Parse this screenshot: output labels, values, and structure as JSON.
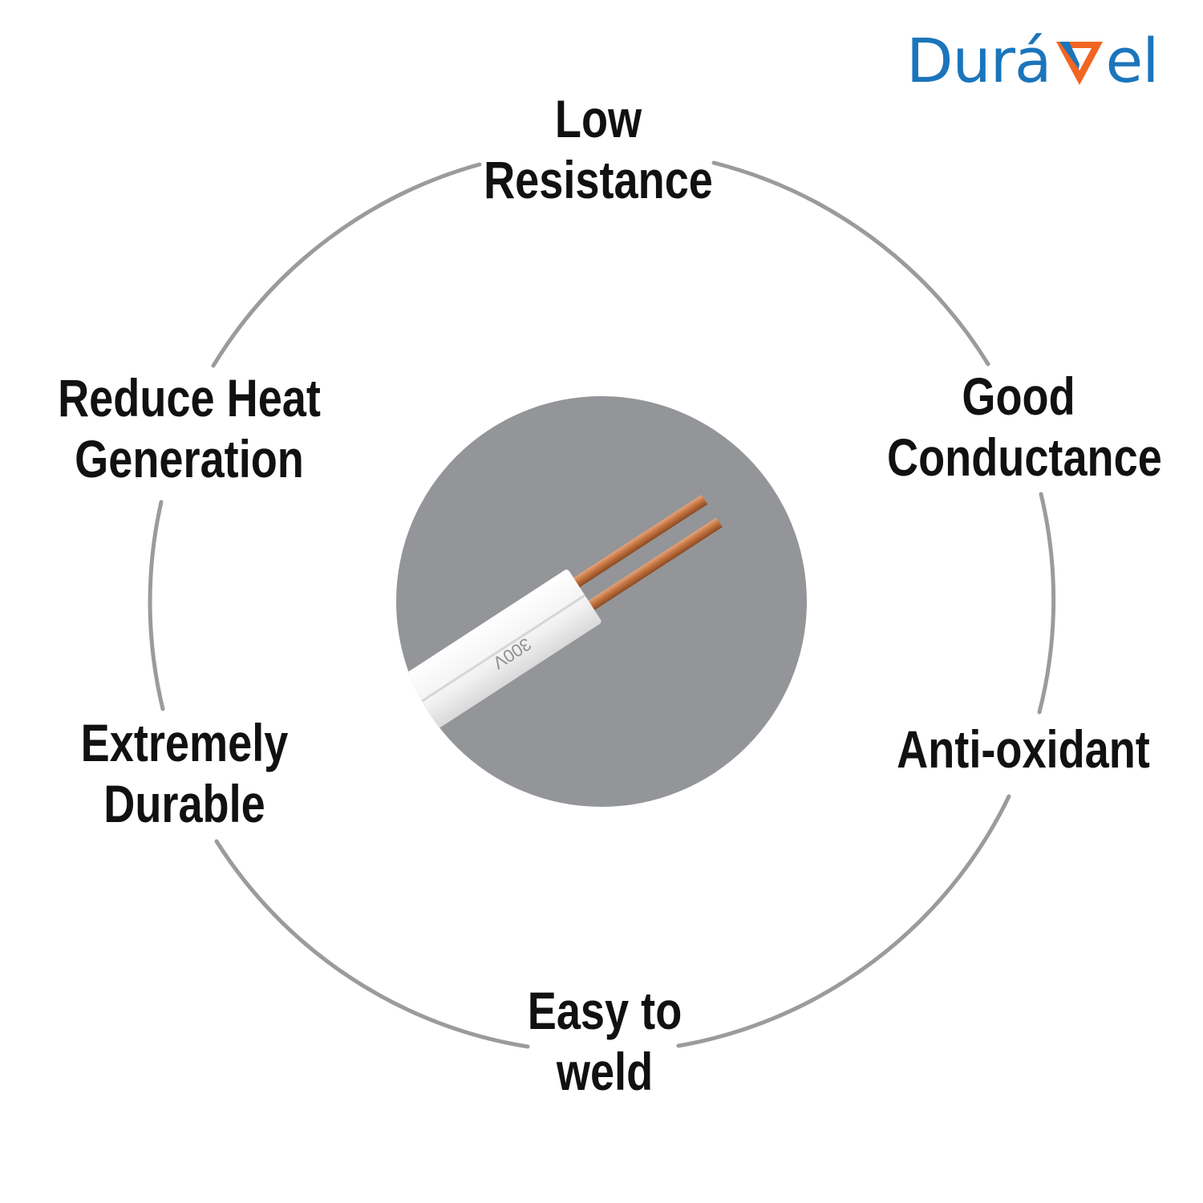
{
  "brand": {
    "name_part1": "Durá",
    "name_part2": "el",
    "blue": "#1b75bb",
    "orange": "#f26522"
  },
  "features": {
    "top": [
      "Low",
      "Resistance"
    ],
    "upper_left": [
      "Reduce Heat",
      "Generation"
    ],
    "upper_right": [
      "Good",
      "Conductance"
    ],
    "lower_left": [
      "Extremely",
      "Durable"
    ],
    "lower_right": [
      "Anti-oxidant"
    ],
    "bottom": [
      "Easy to",
      "weld"
    ]
  },
  "product": {
    "cable_marking": "300V",
    "disc_color": "#939598",
    "ring_color": "#9b9b9b",
    "insulation_color": "#f4f4f4",
    "copper_color": "#c0703d"
  }
}
